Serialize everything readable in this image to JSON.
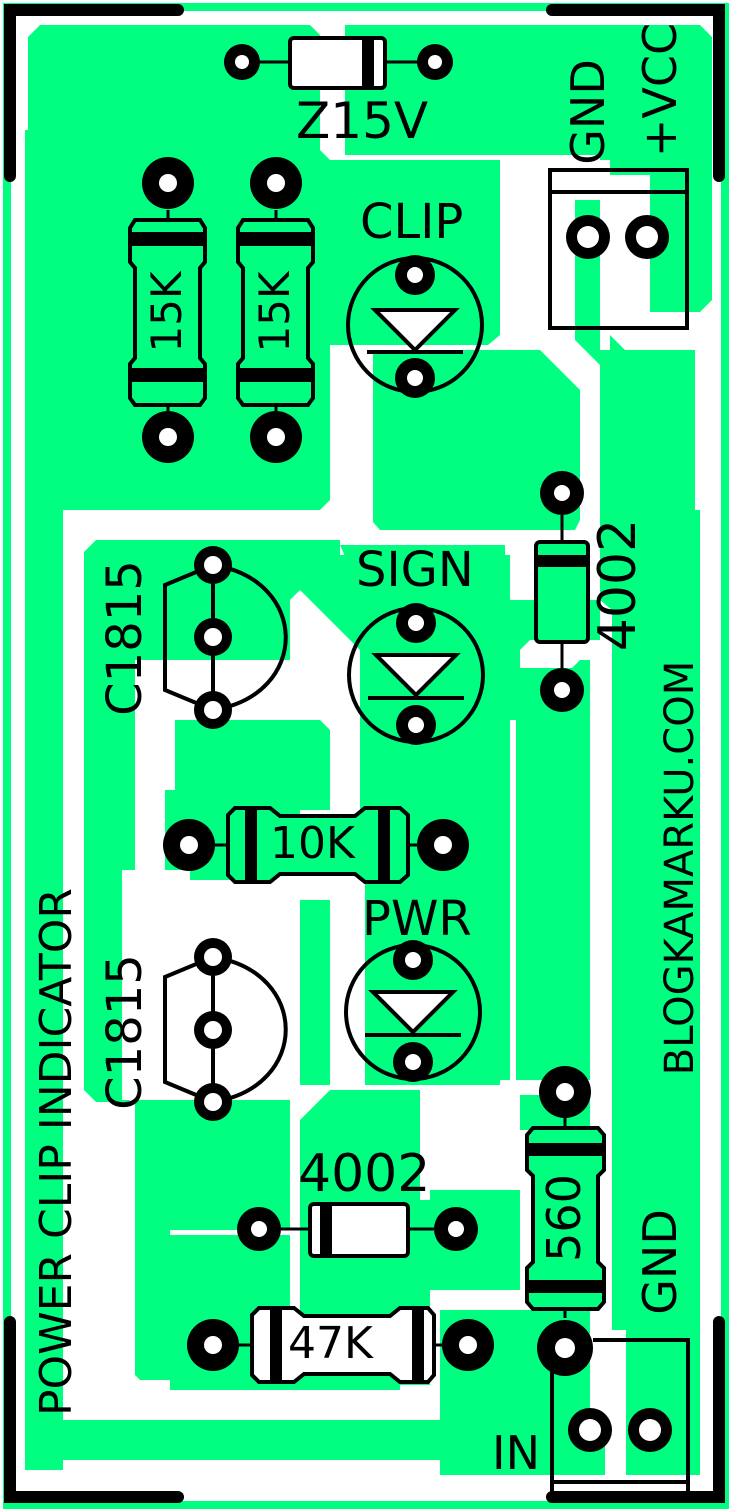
{
  "board": {
    "title": "POWER CLIP INDICATOR",
    "website": "BLOGKAMARKU.COM",
    "colors": {
      "copper": "#00FF80",
      "substrate": "#FFFFFF",
      "silkscreen": "#000000"
    }
  },
  "components": {
    "zener": {
      "label": "Z15V",
      "type": "zener-diode"
    },
    "r1": {
      "label": "15K",
      "type": "resistor"
    },
    "r2": {
      "label": "15K",
      "type": "resistor"
    },
    "led_clip": {
      "label": "CLIP",
      "type": "led"
    },
    "led_sign": {
      "label": "SIGN",
      "type": "led"
    },
    "led_pwr": {
      "label": "PWR",
      "type": "led"
    },
    "q1": {
      "label": "C1815",
      "type": "transistor"
    },
    "q2": {
      "label": "C1815",
      "type": "transistor"
    },
    "d1": {
      "label": "4002",
      "type": "diode"
    },
    "d2": {
      "label": "4002",
      "type": "diode"
    },
    "r3": {
      "label": "10K",
      "type": "resistor"
    },
    "r4": {
      "label": "47K",
      "type": "resistor"
    },
    "r5": {
      "label": "560",
      "type": "resistor"
    }
  },
  "connectors": {
    "power": {
      "pin1": "GND",
      "pin2": "+VCC"
    },
    "input": {
      "pin1": "IN",
      "pin2": "GND"
    }
  }
}
